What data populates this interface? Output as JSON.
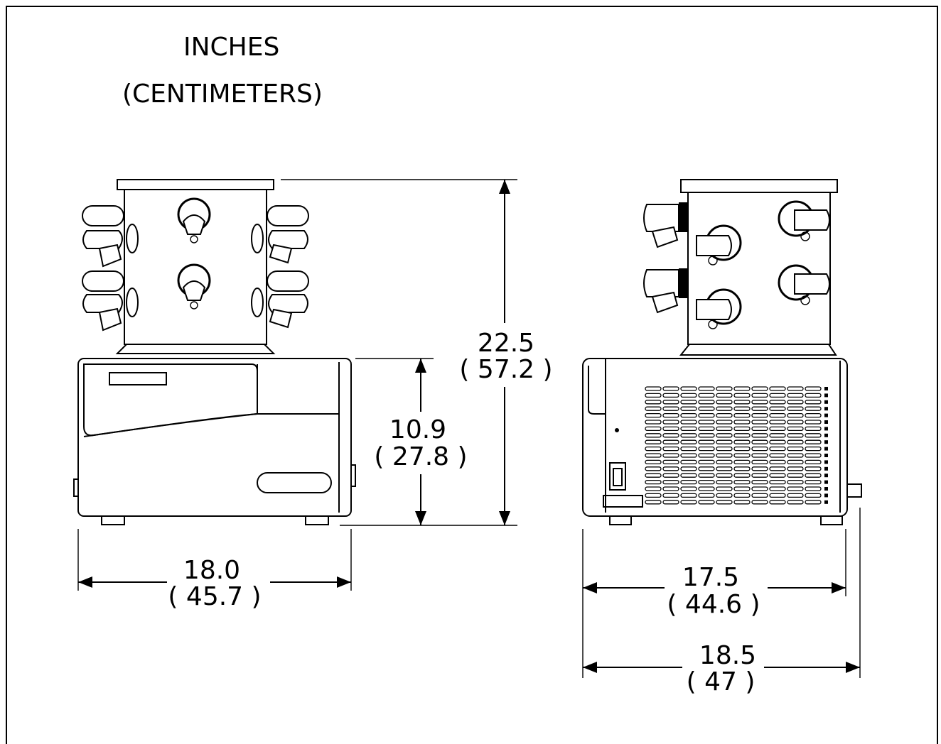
{
  "units": {
    "primary": "INCHES",
    "secondary": "(CENTIMETERS)"
  },
  "dimensions": {
    "overall_height": {
      "inches": "22.5",
      "cm": "( 57.2 )"
    },
    "base_height": {
      "inches": "10.9",
      "cm": "( 27.8 )"
    },
    "front_width": {
      "inches": "18.0",
      "cm": "( 45.7 )"
    },
    "side_depth": {
      "inches": "17.5",
      "cm": "( 44.6 )"
    },
    "side_depth_overall": {
      "inches": "18.5",
      "cm": "( 47 )"
    }
  },
  "colors": {
    "line": "#000000",
    "background": "#ffffff"
  }
}
